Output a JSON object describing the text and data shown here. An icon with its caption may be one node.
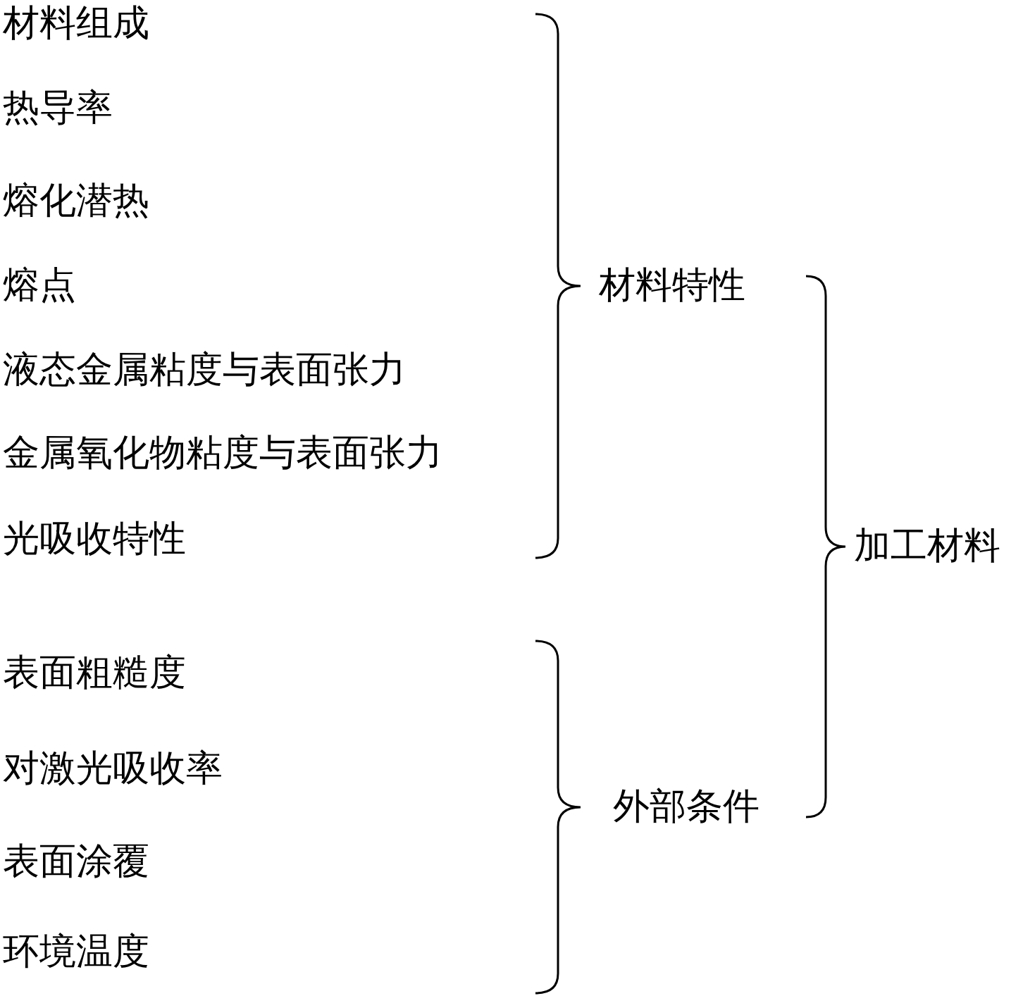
{
  "diagram": {
    "labels": [
      "材料组成",
      "热导率",
      "熔化潜热",
      "熔点",
      "液态金属粘度与表面张力",
      "金属氧化物粘度与表面张力",
      "光吸收特性",
      "表面粗糙度",
      "对激光吸收率",
      "表面涂覆",
      "环境温度",
      "材料特性",
      "外部条件",
      "加工材料"
    ]
  }
}
